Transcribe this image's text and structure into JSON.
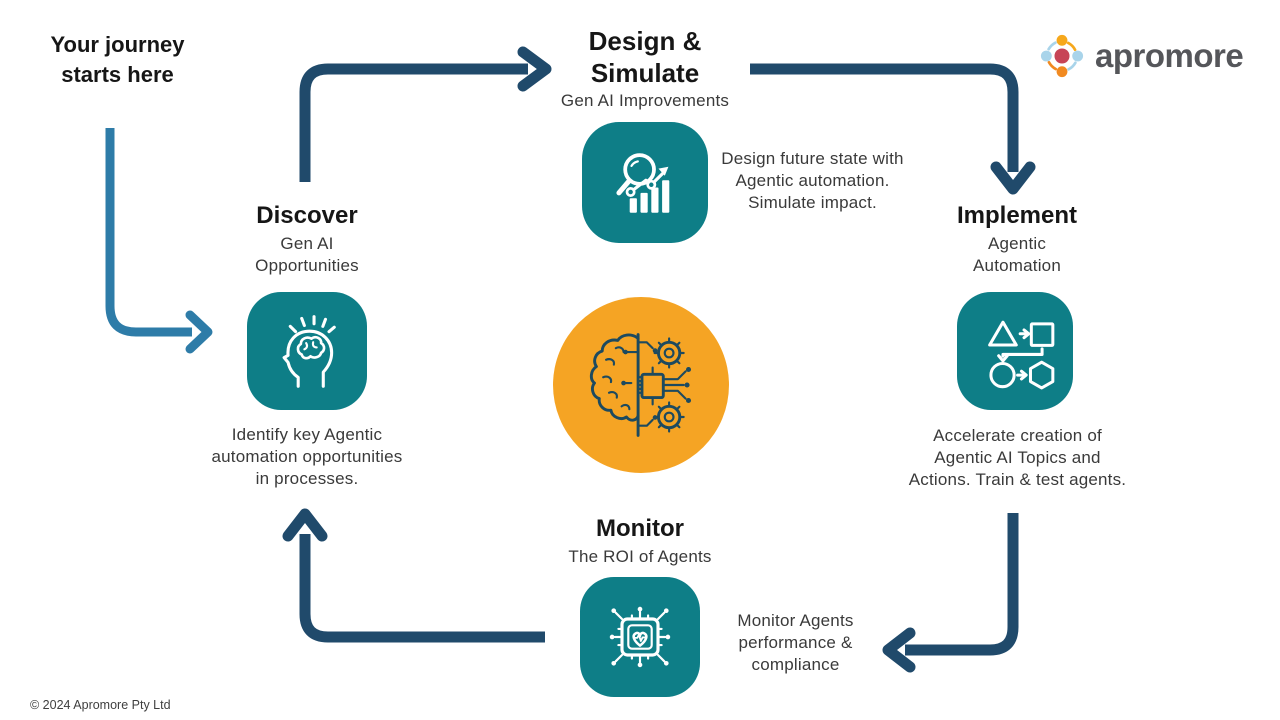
{
  "journey": {
    "label": "Your journey\nstarts here"
  },
  "logo": {
    "brand": "apromore",
    "icon": "apromore-logo-icon"
  },
  "center": {
    "icon": "brain-circuit-icon"
  },
  "footer": {
    "copyright": "© 2024 Apromore Pty Ltd"
  },
  "colors": {
    "teal": "#0E7E87",
    "navy_arrow": "#204A6B",
    "blue_arrow": "#2E7CA8",
    "orange": "#F5A424",
    "ink": "#1D4A5F",
    "logo_red": "#C74456",
    "logo_orange": "#F6A81C",
    "logo_orange_deep": "#F18A21",
    "logo_light_blue": "#A9D4EA",
    "logo_text": "#55565A"
  },
  "stages": [
    {
      "id": "discover",
      "title": "Discover",
      "subtitle": "Gen AI\nOpportunities",
      "description": "Identify key Agentic\nautomation opportunities\nin processes.",
      "icon": "head-brain-icon"
    },
    {
      "id": "design-simulate",
      "title": "Design &\nSimulate",
      "subtitle": "Gen AI Improvements",
      "description": "Design future state with\nAgentic automation.\nSimulate impact.",
      "icon": "magnifier-chart-icon"
    },
    {
      "id": "implement",
      "title": "Implement",
      "subtitle": "Agentic\nAutomation",
      "description": "Accelerate creation of\nAgentic AI Topics and\nActions. Train & test agents.",
      "icon": "workflow-shapes-icon"
    },
    {
      "id": "monitor",
      "title": "Monitor",
      "subtitle": "The ROI of Agents",
      "description": "Monitor Agents\nperformance &\ncompliance",
      "icon": "chip-heartbeat-icon"
    }
  ]
}
